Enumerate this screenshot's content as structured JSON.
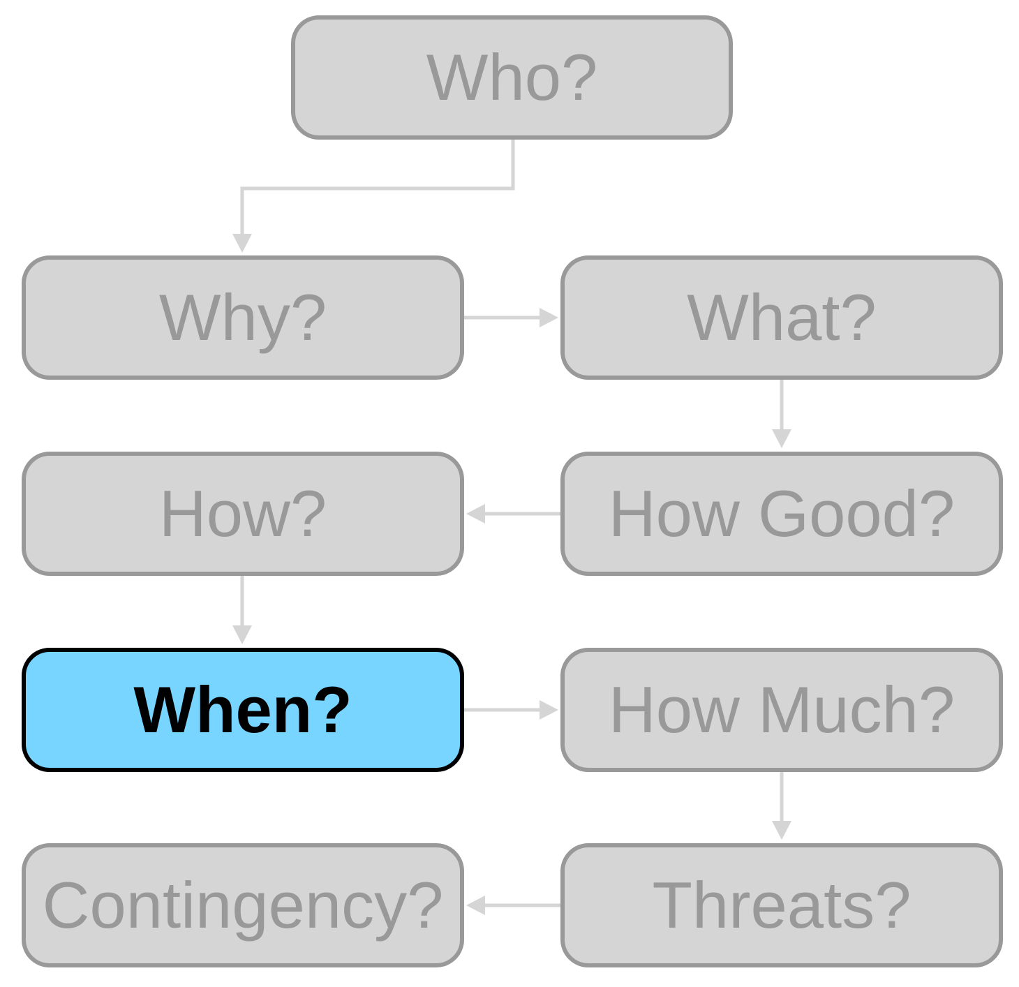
{
  "diagram": {
    "nodes": {
      "who": {
        "label": "Who?"
      },
      "why": {
        "label": "Why?"
      },
      "what": {
        "label": "What?"
      },
      "how": {
        "label": "How?"
      },
      "how_good": {
        "label": "How Good?"
      },
      "when": {
        "label": "When?",
        "highlighted": true
      },
      "how_much": {
        "label": "How Much?"
      },
      "contingency": {
        "label": "Contingency?"
      },
      "threats": {
        "label": "Threats?"
      }
    },
    "flow": [
      [
        "who",
        "why"
      ],
      [
        "why",
        "what"
      ],
      [
        "what",
        "how_good"
      ],
      [
        "how_good",
        "how"
      ],
      [
        "how",
        "when"
      ],
      [
        "when",
        "how_much"
      ],
      [
        "how_much",
        "threats"
      ],
      [
        "threats",
        "contingency"
      ]
    ],
    "colors": {
      "inactive_fill": "#d5d5d5",
      "inactive_border": "#999999",
      "inactive_text": "#999999",
      "active_fill": "#78d5ff",
      "active_border": "#000000",
      "active_text": "#000000",
      "connector": "#d5d5d5"
    }
  }
}
